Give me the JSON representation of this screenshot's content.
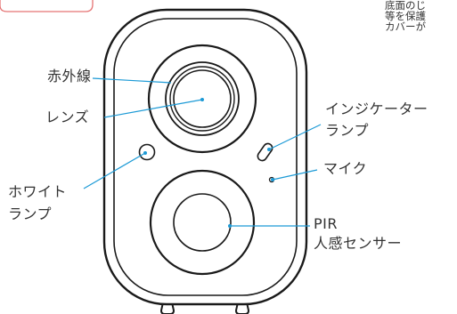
{
  "colors": {
    "outline": "#1a1a1a",
    "leader": "#1c9ad6",
    "dot": "#1c9ad6",
    "corner_box": "#e57373",
    "text": "#333333"
  },
  "labels": {
    "infrared": "赤外線",
    "lens": "レンズ",
    "white_lamp_line1": "ホワイト",
    "white_lamp_line2": "ランプ",
    "indicator_line1": "インジケーター",
    "indicator_line2": "ランプ",
    "mic": "マイク",
    "pir_line1": "PIR",
    "pir_line2": "人感センサー"
  },
  "corner_note": {
    "line1": "底面のじ",
    "line2": "等を保護",
    "line3": "カバーが"
  }
}
